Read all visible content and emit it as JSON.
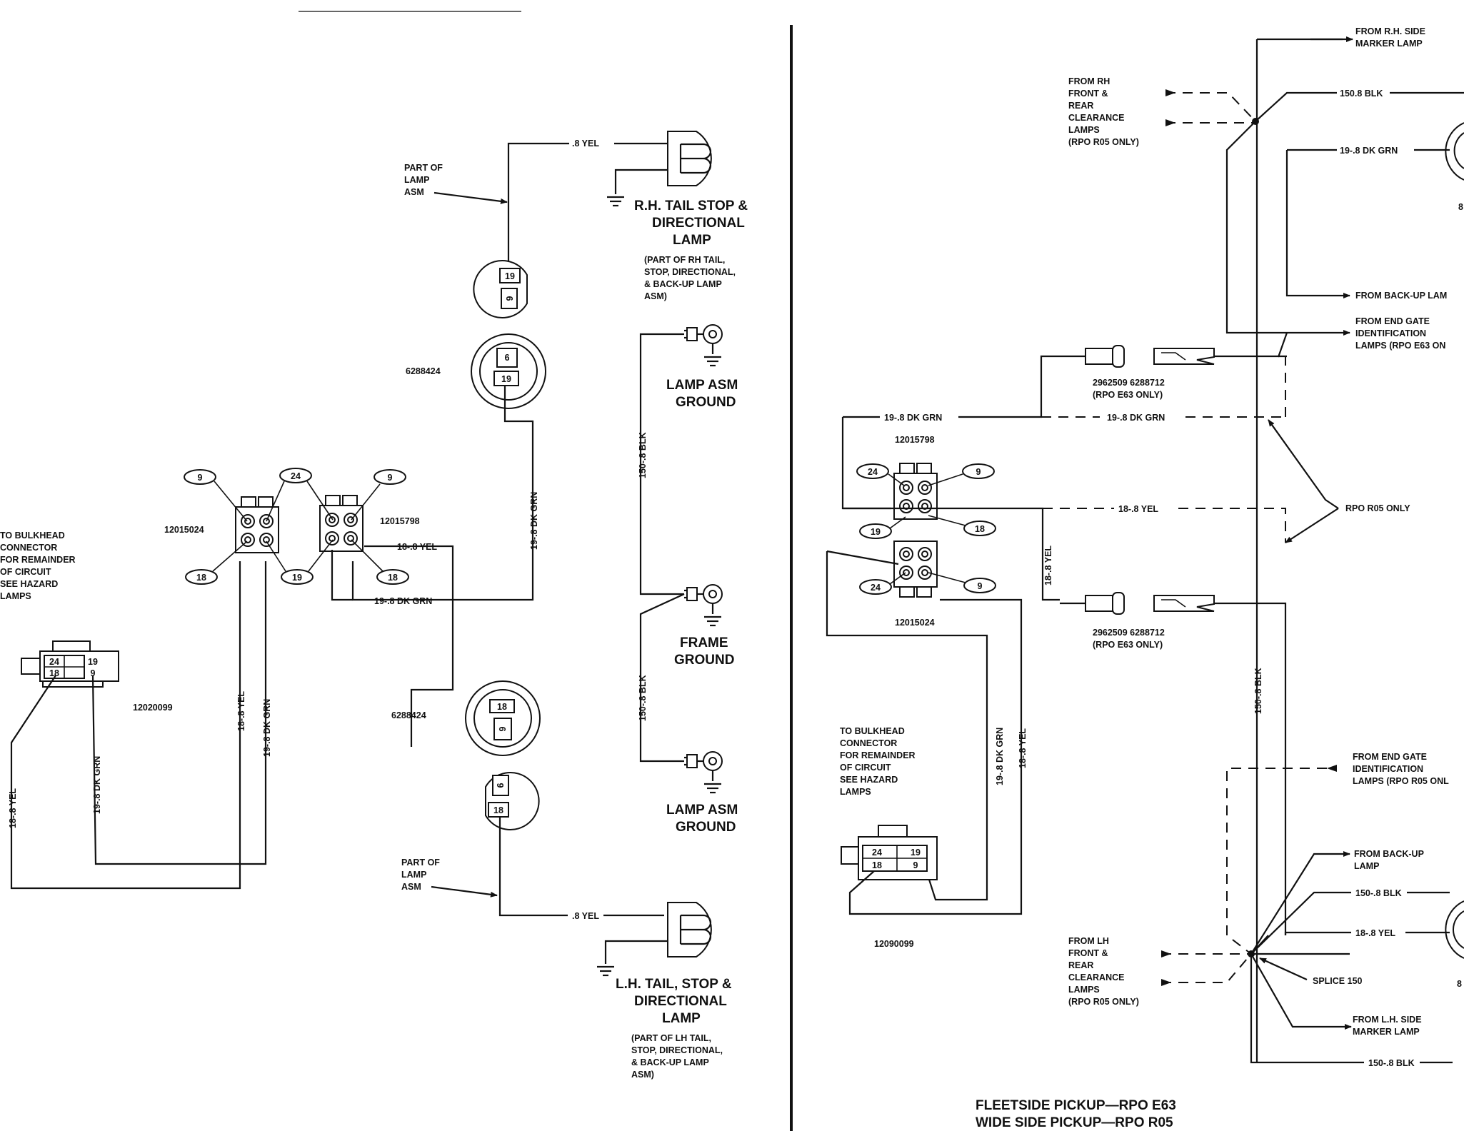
{
  "left": {
    "rh_part_of": [
      "PART OF",
      "LAMP",
      "ASM"
    ],
    "rh_wire": ".8 YEL",
    "rh_lamp_title": [
      "R.H. TAIL STOP &",
      "DIRECTIONAL",
      "LAMP"
    ],
    "rh_lamp_note": [
      "(PART OF RH TAIL,",
      "STOP, DIRECTIONAL,",
      "& BACK-UP LAMP",
      "ASM)"
    ],
    "top_conn_pin_a": "19",
    "top_conn_pin_b": "9",
    "mid_conn_label": "6288424",
    "mid_conn_pin_a": "9",
    "mid_conn_pin_b": "19",
    "lamp_asm_ground_1": [
      "LAMP ASM",
      "GROUND"
    ],
    "frame_ground": [
      "FRAME",
      "GROUND"
    ],
    "lamp_asm_ground_2": [
      "LAMP ASM",
      "GROUND"
    ],
    "blk_wire_upper": "150-.8 BLK",
    "blk_wire_lower": "150-.8 BLK",
    "grn_wire_vertical": "19-.8 DK GRN",
    "yel_wire_conn": "18-.8 YEL",
    "grn_wire_conn": "19-.8 DK GRN",
    "conn_a_label": "12015024",
    "conn_b_label": "12015798",
    "callout_9a": "9",
    "callout_24": "24",
    "callout_9b": "9",
    "callout_18a": "18",
    "callout_19": "19",
    "callout_18b": "18",
    "bulkhead_note": [
      "TO BULKHEAD",
      "CONNECTOR",
      "FOR REMAINDER",
      "OF CIRCUIT",
      "SEE HAZARD",
      "LAMPS"
    ],
    "bulkhead_pins": [
      "24",
      "19",
      "18",
      "9"
    ],
    "bulkhead_label": "12020099",
    "wire_18_yel_a": "18-.8 YEL",
    "wire_19_grn_a": "19-.8 DK GRN",
    "wire_18_yel_b": "18-.8 YEL",
    "wire_19_grn_b": "19-.8 DK GRN",
    "lower_conn_label": "6288424",
    "lower_conn_pin_a": "18",
    "lower_conn_pin_b": "9",
    "small_conn_pin_a": "9",
    "small_conn_pin_b": "18",
    "lh_part_of": [
      "PART OF",
      "LAMP",
      "ASM"
    ],
    "lh_wire": ".8 YEL",
    "lh_lamp_title": [
      "L.H. TAIL, STOP &",
      "DIRECTIONAL",
      "LAMP"
    ],
    "lh_lamp_note": [
      "(PART OF LH TAIL,",
      "STOP, DIRECTIONAL,",
      "& BACK-UP LAMP",
      "ASM)"
    ]
  },
  "right": {
    "from_rh_side_marker": [
      "FROM R.H. SIDE",
      "MARKER LAMP"
    ],
    "from_rh_front_rear": [
      "FROM RH",
      "FRONT &",
      "REAR",
      "CLEARANCE",
      "LAMPS",
      "(RPO R05 ONLY)"
    ],
    "wire_150_blk_top": "150.8 BLK",
    "wire_19_grn_top": "19-.8 DK GRN",
    "edge_mark_top": "8",
    "from_backup_top": "FROM BACK-UP LAM",
    "from_end_gate_top": [
      "FROM END GATE",
      "IDENTIFICATION",
      "LAMPS (RPO E63 ON"
    ],
    "part_numbers_top": [
      "2962509 6288712",
      "(RPO E63 ONLY)"
    ],
    "wire_19_grn_left": "19-.8 DK GRN",
    "wire_19_grn_dashed": "19-.8 DK GRN",
    "conn_top_label": "12015798",
    "callout_24_top": "24",
    "callout_9_top": "9",
    "callout_19": "19",
    "callout_18": "18",
    "callout_24_bot": "24",
    "callout_9_bot": "9",
    "conn_bot_label": "12015024",
    "wire_18_yel_dashed": "18-.8 YEL",
    "wire_18_yel_vert": "18-.8 YEL",
    "rpo_r05_only": "RPO R05 ONLY",
    "part_numbers_bot": [
      "2962509 6288712",
      "(RPO E63 ONLY)"
    ],
    "wire_150_blk_vert": "150-.8 BLK",
    "bulkhead_note": [
      "TO BULKHEAD",
      "CONNECTOR",
      "FOR REMAINDER",
      "OF CIRCUIT",
      "SEE HAZARD",
      "LAMPS"
    ],
    "wire_19_grn_vert": "19-.8 DK GRN",
    "wire_18_yel_vert2": "18-.8 YEL",
    "bulkhead_pins": [
      "24",
      "19",
      "18",
      "9"
    ],
    "bulkhead_label": "12090099",
    "from_end_gate_bot": [
      "FROM END GATE",
      "IDENTIFICATION",
      "LAMPS (RPO R05 ONL"
    ],
    "from_backup_bot": [
      "FROM BACK-UP",
      "LAMP"
    ],
    "wire_150_blk_mid": "150-.8 BLK",
    "wire_18_yel_mid": "18-.8 YEL",
    "from_lh_front_rear": [
      "FROM LH",
      "FRONT &",
      "REAR",
      "CLEARANCE",
      "LAMPS",
      "(RPO R05 ONLY)"
    ],
    "splice": "SPLICE 150",
    "edge_mark_bot": "8",
    "from_lh_side_marker": [
      "FROM L.H. SIDE",
      "MARKER LAMP"
    ],
    "wire_150_blk_bot": "150-.8 BLK",
    "title": [
      "FLEETSIDE PICKUP—RPO E63",
      "WIDE SIDE PICKUP—RPO R05"
    ]
  }
}
